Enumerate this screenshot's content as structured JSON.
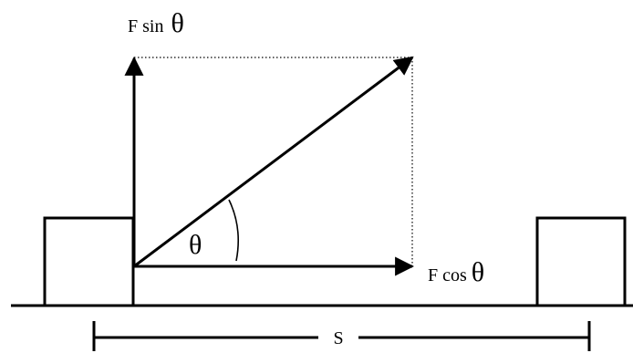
{
  "diagram": {
    "labels": {
      "f_sin_prefix": "F sin",
      "f_cos_prefix": "F cos",
      "theta": "θ",
      "distance": "S"
    },
    "colors": {
      "stroke": "#000000",
      "background": "#ffffff"
    }
  }
}
